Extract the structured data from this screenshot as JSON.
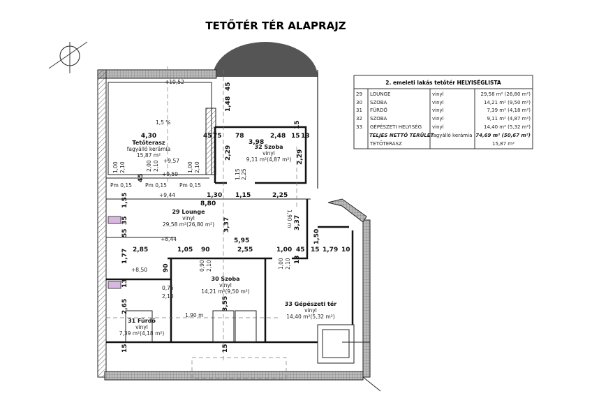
{
  "title": "TETŐTÉR TÉR ALAPRAJZ",
  "rooms": {
    "terrace": {
      "name": "Tetőterasz",
      "material": "fagyálló kerámia",
      "area": "15,87 m²"
    },
    "r32": {
      "name": "32 Szoba",
      "material": "vinyl",
      "area": "9,11 m²(4,87 m²)"
    },
    "r29": {
      "name": "29 Lounge",
      "material": "vinyl",
      "area": "29,58 m²(26,80 m²)"
    },
    "r30": {
      "name": "30 Szoba",
      "material": "vinyl",
      "area": "14,21 m²(9,50 m²)"
    },
    "r31": {
      "name": "31 Fürdő",
      "material": "vinyl",
      "area": "7,39 m²(4,18 m²)"
    },
    "r33": {
      "name": "33 Gépészeti tér",
      "material": "vinyl",
      "area": "14,40 m²(5,32 m²)"
    }
  },
  "levels": [
    "+10,52",
    "+9,57",
    "+9,59",
    "+9,44",
    "+8,44",
    "+8,50"
  ],
  "slope": "1,5 %",
  "parapets": [
    "Pm 0,15",
    "Pm 0,15",
    "Pm 0,15"
  ],
  "dims": {
    "h": [
      "4,30",
      "45",
      "75",
      "78",
      "2,48",
      "15",
      "13",
      "3,98",
      "1,30",
      "1,15",
      "2,25",
      "8,80",
      "5,95",
      "2,85",
      "1,05",
      "90",
      "2,55",
      "1,00",
      "45",
      "15",
      "1,79",
      "10",
      "0,75",
      "2,10"
    ],
    "v": [
      "45",
      "1,48",
      "2,29",
      "2,29",
      "1,55",
      "35",
      "55",
      "3,37",
      "3,37",
      "1,77",
      "90",
      "13",
      "3,55",
      "2,65",
      "15",
      "15",
      "15",
      "1,50",
      "13",
      "1,00",
      "2,10",
      "1,00",
      "2,10",
      "2,00",
      "2,10",
      "45",
      "1,15",
      "2,25",
      "0,90",
      "2,10",
      "1,00",
      "2,10"
    ]
  },
  "heights": [
    "1,90 m",
    "1,90 m"
  ],
  "table": {
    "title": "2. emeleti lakás tetőtér HELYISÉGLISTA",
    "rows": [
      {
        "no": "29",
        "name": "LOUNGE",
        "material": "vinyl",
        "area": "29,58 m² (26,80 m²)"
      },
      {
        "no": "30",
        "name": "SZOBA",
        "material": "vinyl",
        "area": "14,21 m² (9,50 m²)"
      },
      {
        "no": "31",
        "name": "FÜRDŐ",
        "material": "vinyl",
        "area": "7,39 m² (4,18 m²)"
      },
      {
        "no": "32",
        "name": "SZOBA",
        "material": "vinyl",
        "area": "9,11 m² (4,87 m²)"
      },
      {
        "no": "33",
        "name": "GÉPÉSZETI HELYISÉG",
        "material": "vinyl",
        "area": "14,40 m² (5,32 m²)"
      }
    ],
    "total": {
      "name": "TELJES NETTÓ TERÜLET",
      "material": "fagyálló kerámia",
      "area": "74,69 m² (50,67 m²)"
    },
    "terrace": {
      "name": "TETŐTERASZ",
      "area": "15,87 m²"
    }
  }
}
